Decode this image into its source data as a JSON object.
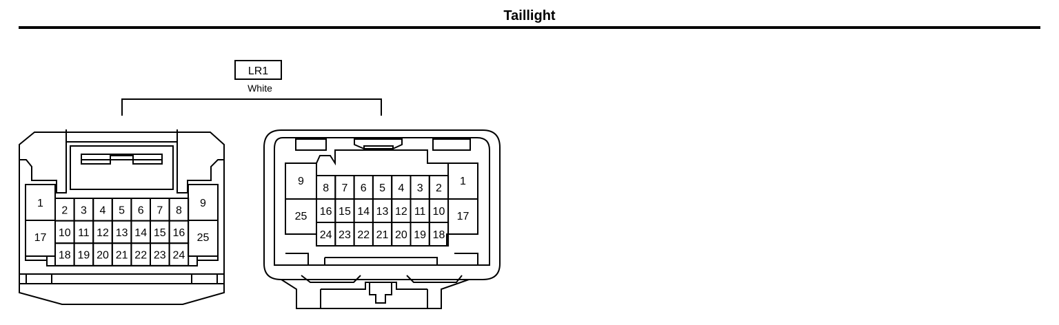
{
  "title": "Taillight",
  "connector": {
    "code": "LR1",
    "color": "White"
  },
  "female_face": {
    "row_top_outer_left": "1",
    "row_top_outer_right": "9",
    "row_bottom_outer_left": "17",
    "row_bottom_outer_right": "25",
    "row1": [
      "2",
      "3",
      "4",
      "5",
      "6",
      "7",
      "8"
    ],
    "row2": [
      "10",
      "11",
      "12",
      "13",
      "14",
      "15",
      "16"
    ],
    "row3": [
      "18",
      "19",
      "20",
      "21",
      "22",
      "23",
      "24"
    ]
  },
  "male_face": {
    "row_top_outer_left": "9",
    "row_top_outer_right": "1",
    "row_bottom_outer_left": "25",
    "row_bottom_outer_right": "17",
    "row1": [
      "8",
      "7",
      "6",
      "5",
      "4",
      "3",
      "2"
    ],
    "row2": [
      "16",
      "15",
      "14",
      "13",
      "12",
      "11",
      "10"
    ],
    "row3": [
      "24",
      "23",
      "22",
      "21",
      "20",
      "19",
      "18"
    ]
  }
}
